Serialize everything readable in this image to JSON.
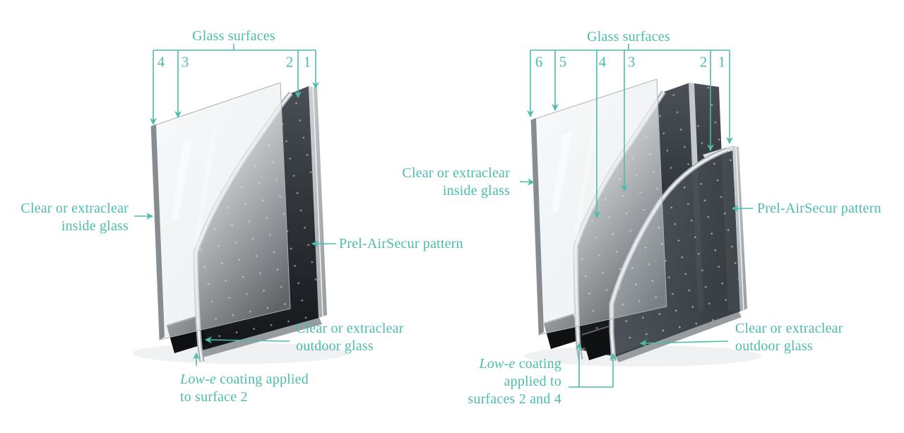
{
  "colors": {
    "accent": "#4cbcab",
    "glass_dark": "#2e3237",
    "pane_edge": "#9fa5a9",
    "spacer_black": "#0e1012"
  },
  "left": {
    "title": "Glass surfaces",
    "numbers": [
      "4",
      "3",
      "2",
      "1"
    ],
    "labels": {
      "inside1": "Clear or extraclear",
      "inside2": "inside glass",
      "pattern": "Prel-AirSecur pattern",
      "outdoor1": "Clear or extraclear",
      "outdoor2": "outdoor glass",
      "lowe_italic": "Low-e",
      "lowe_rest": " coating applied",
      "lowe_line2": "to surface 2"
    }
  },
  "right": {
    "title": "Glass surfaces",
    "numbers": [
      "6",
      "5",
      "4",
      "3",
      "2",
      "1"
    ],
    "labels": {
      "inside1": "Clear or extraclear",
      "inside2": "inside glass",
      "pattern": "Prel-AirSecur pattern",
      "outdoor1": "Clear or extraclear",
      "outdoor2": "outdoor glass",
      "lowe_italic": "Low-e",
      "lowe_rest": " coating",
      "lowe_line2": "applied to",
      "lowe_line3": "surfaces 2 and 4"
    }
  }
}
